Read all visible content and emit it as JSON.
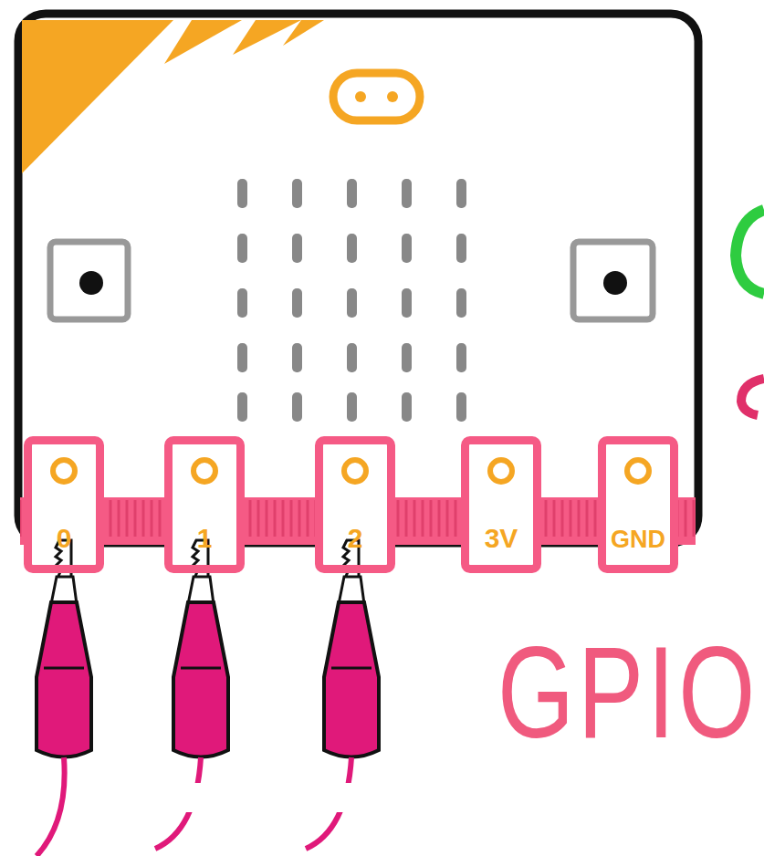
{
  "diagram": {
    "nodes": [
      {
        "text": [
          "0"
        ]
      },
      {
        "text": [
          "1"
        ]
      },
      {
        "text": [
          "2"
        ]
      },
      {
        "text": [
          "3V"
        ]
      },
      {
        "text": [
          "GND"
        ]
      }
    ],
    "labels": [
      "GPIO"
    ]
  }
}
